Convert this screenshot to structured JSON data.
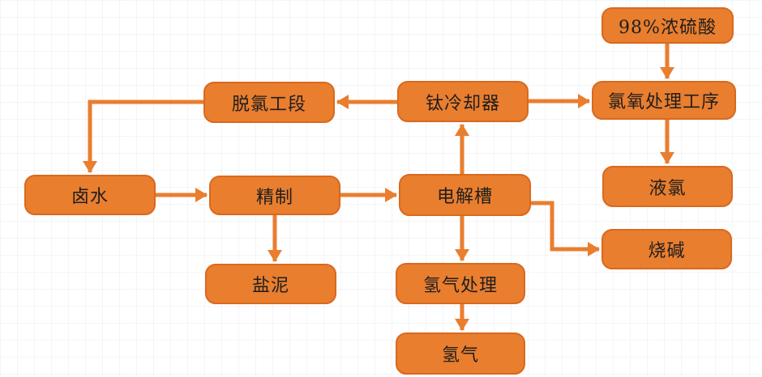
{
  "diagram": {
    "type": "flowchart",
    "description": "Chlor-alkali electrolysis process flow diagram",
    "colors": {
      "node_fill": "#E97E2F",
      "node_border": "#D9691E",
      "arrow": "#E97E2F",
      "text": "#1E1E1E",
      "background": "#FFFFFF"
    },
    "nodes": {
      "sulfuric_acid": {
        "label": "98%浓硫酸"
      },
      "chlorine_oxygen_treatment": {
        "label": "氯氧处理工序"
      },
      "liquid_chlorine": {
        "label": "液氯"
      },
      "caustic_soda": {
        "label": "烧碱"
      },
      "titanium_cooler": {
        "label": "钛冷却器"
      },
      "dechlorination": {
        "label": "脱氯工段"
      },
      "brine": {
        "label": "卤水"
      },
      "refining": {
        "label": "精制"
      },
      "salt_mud": {
        "label": "盐泥"
      },
      "electrolyzer": {
        "label": "电解槽"
      },
      "hydrogen_treatment": {
        "label": "氢气处理"
      },
      "hydrogen": {
        "label": "氢气"
      }
    },
    "edges": [
      {
        "from": "sulfuric_acid",
        "to": "chlorine_oxygen_treatment"
      },
      {
        "from": "titanium_cooler",
        "to": "chlorine_oxygen_treatment"
      },
      {
        "from": "chlorine_oxygen_treatment",
        "to": "liquid_chlorine"
      },
      {
        "from": "titanium_cooler",
        "to": "dechlorination"
      },
      {
        "from": "dechlorination",
        "to": "brine"
      },
      {
        "from": "brine",
        "to": "refining"
      },
      {
        "from": "refining",
        "to": "electrolyzer"
      },
      {
        "from": "refining",
        "to": "salt_mud"
      },
      {
        "from": "electrolyzer",
        "to": "titanium_cooler"
      },
      {
        "from": "electrolyzer",
        "to": "hydrogen_treatment"
      },
      {
        "from": "hydrogen_treatment",
        "to": "hydrogen"
      },
      {
        "from": "electrolyzer",
        "to": "caustic_soda"
      }
    ]
  }
}
